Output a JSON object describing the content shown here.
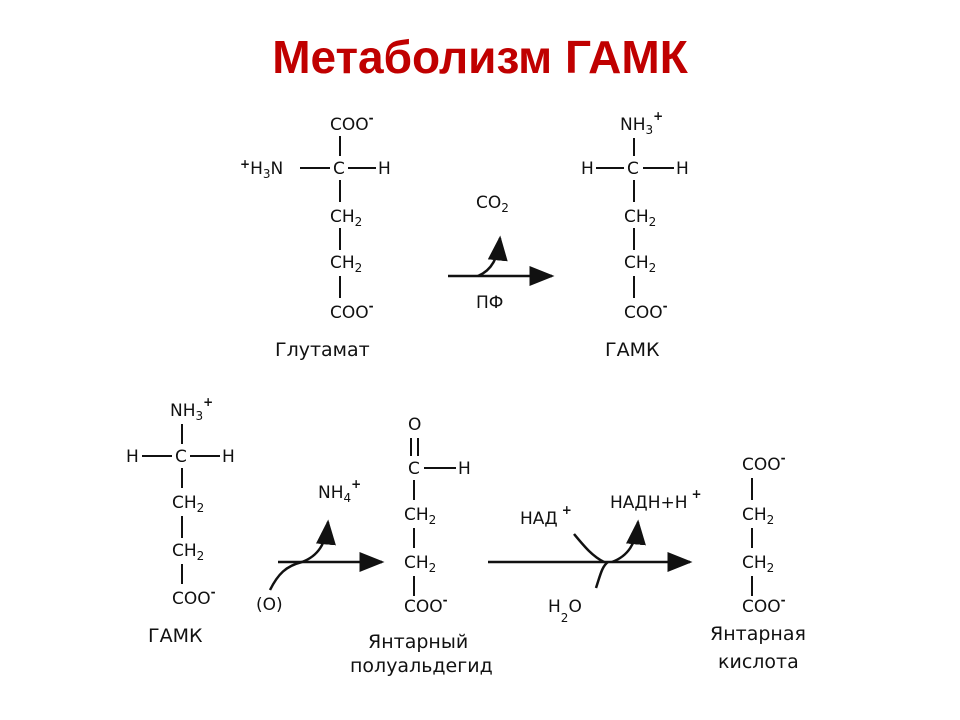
{
  "slide": {
    "title": "Метаболизм ГАМК",
    "title_color": "#c00000"
  },
  "mol": {
    "coo": "COO",
    "ch2": "CH",
    "h": "H",
    "c": "C",
    "o": "O",
    "nh3": "NH",
    "h3n": "H",
    "n": "N",
    "minus": "-",
    "plus": "+",
    "sub2": "2",
    "sub3": "3"
  },
  "labels": {
    "glutamate": "Глутамат",
    "gaba_top": "ГАМК",
    "gaba_bottom": "ГАМК",
    "ssa_line1": "Янтарный",
    "ssa_line2": "полуальдегид",
    "succ_line1": "Янтарная",
    "succ_line2": "кислота"
  },
  "reactions": {
    "r1_byproduct": "CO",
    "r1_byproduct_sub": "2",
    "r1_cofactor": "ПФ",
    "r2_byproduct": "NH",
    "r2_byproduct_sub": "4",
    "r2_byproduct_sup": "+",
    "r2_input": "(O)",
    "r3_input": "НАД",
    "r3_input_sup": "+",
    "r3_output": "НАДН+Н",
    "r3_output_sup": "+",
    "r3_water": "H",
    "r3_water_sub": "2",
    "r3_water_o": "O"
  }
}
